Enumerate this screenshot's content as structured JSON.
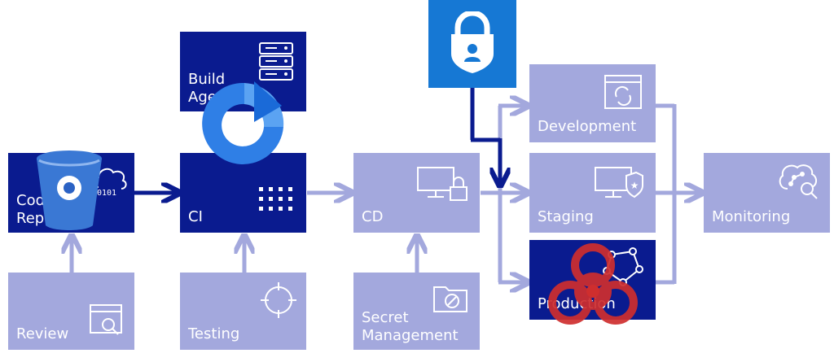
{
  "colors": {
    "dark_box": "#0a1b8f",
    "light_box": "#a3a8dd",
    "arrow_dark": "#0a1b8f",
    "arrow_light": "#a3a8dd",
    "security_blue": "#1678d4",
    "refresh_blue": "#2f7fe6",
    "hazard_red": "#cf2e2e"
  },
  "nodes": {
    "code_repository": {
      "label_line1": "Code",
      "label_line2": "Repository",
      "icon": "cloud-code-icon",
      "overlay_icon": "bitbucket-icon"
    },
    "review": {
      "label": "Review",
      "icon": "search-window-icon"
    },
    "build_agent": {
      "label_line1": "Build",
      "label_line2": "Agent",
      "icon": "server-icon"
    },
    "ci": {
      "label": "CI",
      "icon": "dot-grid-icon",
      "overlay_icon": "continuous-integration-icon"
    },
    "testing": {
      "label": "Testing",
      "icon": "crosshair-icon"
    },
    "cd": {
      "label": "CD",
      "icon": "locked-monitor-icon"
    },
    "secret_management": {
      "label_line1": "Secret",
      "label_line2": "Management",
      "icon": "folder-block-icon"
    },
    "key_vault": {
      "icon": "lock-shield-icon"
    },
    "development": {
      "label": "Development",
      "icon": "refresh-window-icon"
    },
    "staging": {
      "label": "Staging",
      "icon": "shield-monitor-icon"
    },
    "production": {
      "label": "Production",
      "icon": "network-icon",
      "overlay_icon": "biohazard-icon"
    },
    "monitoring": {
      "label": "Monitoring",
      "icon": "brain-search-icon"
    }
  }
}
